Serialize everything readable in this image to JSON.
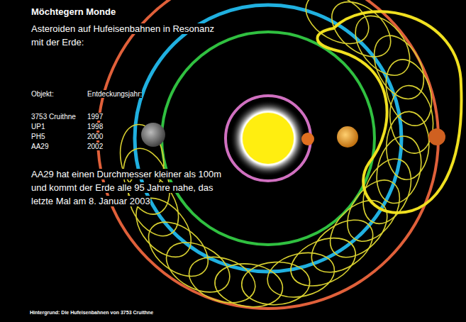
{
  "diagram": {
    "title": "Möchtegern Monde",
    "caption": "Hintergrund: Die Hufeisenbahnen von 3753 Cruithne",
    "labels": [
      "Asteroiden auf Hufeisenbahnen in Resonanz mit der Erde:",
      "Objekt:",
      "Entdeckungsjahr:",
      "3753 Cruithne",
      "1997",
      "UP1",
      "1998",
      "PH5",
      "2000",
      "AA29",
      "2002",
      "AA29 hat einen Durchmesser kleiner als 100m und kommt der Erde alle 95 Jahre nahe, das letzte Mal am 8. Januar 2003"
    ]
  }
}
